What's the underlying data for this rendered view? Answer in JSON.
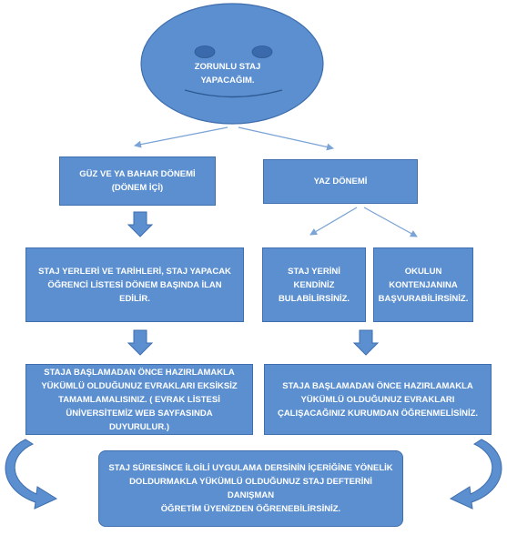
{
  "face": {
    "text": "ZORUNLU STAJ\nYAPACAĞIM."
  },
  "boxes": {
    "fall_spring": "GÜZ VE YA BAHAR DÖNEMİ\n(DÖNEM İÇİ)",
    "summer": "YAZ DÖNEMİ",
    "left_info": "STAJ YERLERİ VE TARİHLERİ, STAJ YAPACAK\nÖĞRENCİ LİSTESİ DÖNEM BAŞINDA İLAN EDİLİR.",
    "find_place": "STAJ YERİNİ\nKENDİNİZ\nBULABİLİRSİNİZ.",
    "quota": "OKULUN\nKONTENJANINA\nBAŞVURABİLİRSİNİZ.",
    "left_docs": "STAJA BAŞLAMADAN ÖNCE HAZIRLAMAKLA\nYÜKÜMLÜ OLDUĞUNUZ EVRAKLARI EKSİKSİZ\nTAMAMLAMALISINIZ. ( EVRAK LİSTESİ\nÜNİVERSİTEMİZ WEB SAYFASINDA DUYURULUR.)",
    "right_docs": "STAJA BAŞLAMADAN ÖNCE HAZIRLAMAKLA\nYÜKÜMLÜ OLDUĞUNUZ EVRAKLARI\nÇALIŞACAĞINIZ KURUMDAN ÖĞRENMELİSİNİZ.",
    "bottom": "STAJ SÜRESİNCE İLGİLİ UYGULAMA DERSİNİN İÇERİĞİNE YÖNELİK\nDOLDURMAKLA YÜKÜMLÜ OLDUĞUNUZ STAJ DEFTERİNİ DANIŞMAN\nÖĞRETİM ÜYENİZDEN ÖĞRENEBİLİRSİNİZ."
  },
  "colors": {
    "fill": "#5b8fd0",
    "stroke": "#3f6fae",
    "text": "#ffffff"
  }
}
